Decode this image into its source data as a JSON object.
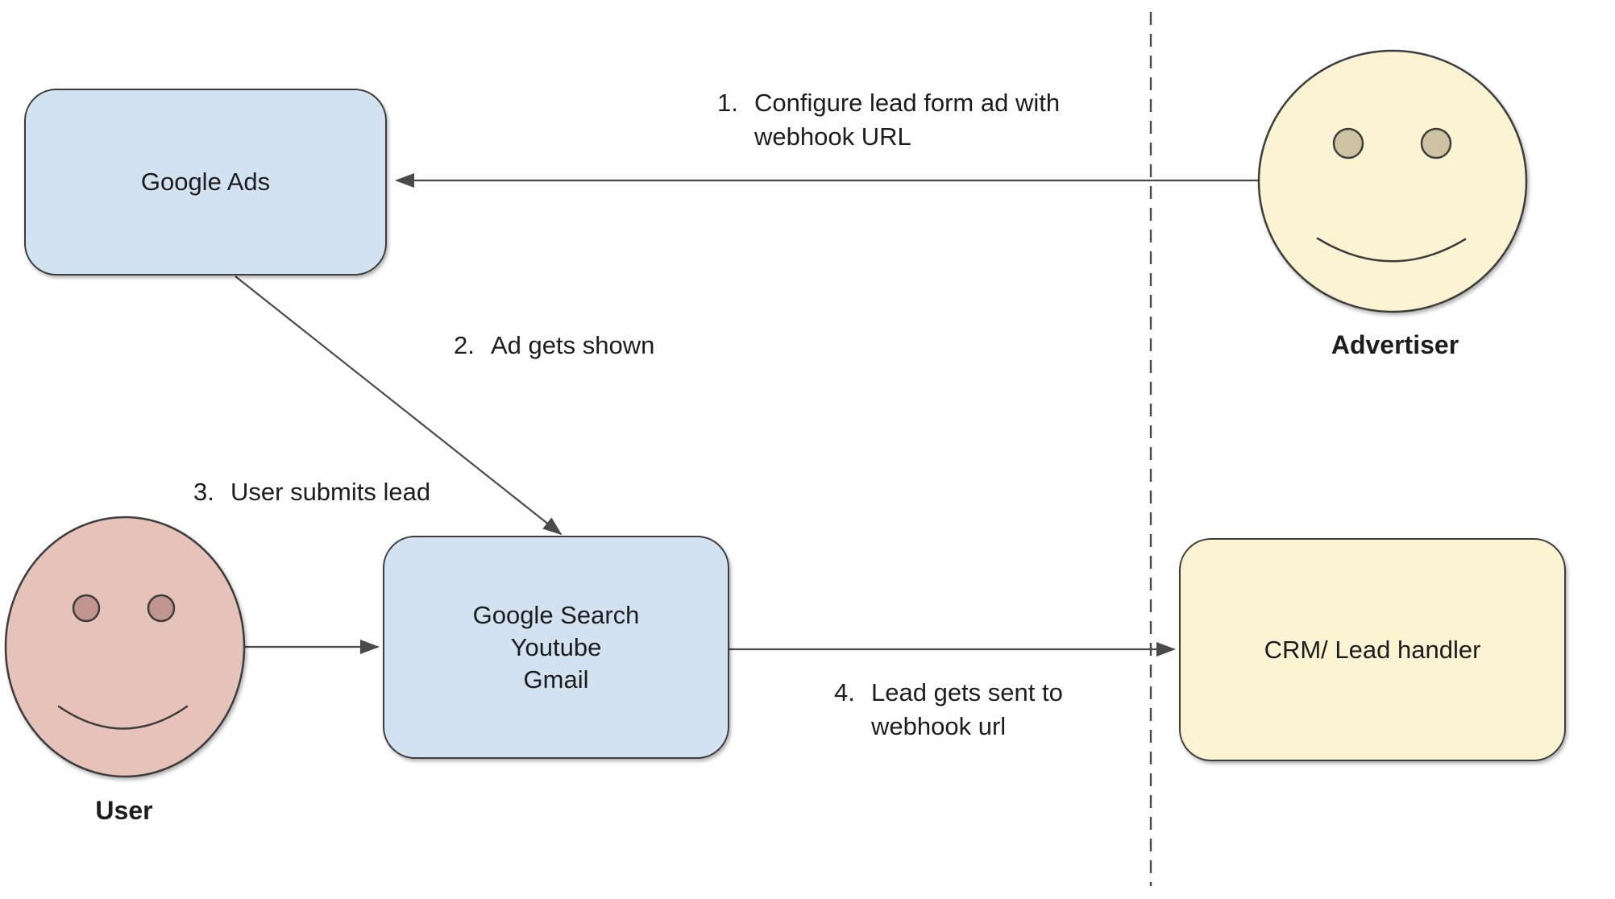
{
  "nodes": {
    "google_ads": {
      "label": "Google Ads"
    },
    "platforms": {
      "label": "Google Search\nYoutube\nGmail"
    },
    "crm": {
      "label": "CRM/ Lead handler"
    }
  },
  "actors": {
    "advertiser": {
      "label": "Advertiser"
    },
    "user": {
      "label": "User"
    }
  },
  "steps": [
    {
      "number": "1.",
      "text": "Configure lead form ad with\nwebhook URL"
    },
    {
      "number": "2.",
      "text": "Ad gets shown"
    },
    {
      "number": "3.",
      "text": "User submits lead"
    },
    {
      "number": "4.",
      "text": "Lead gets sent to\nwebhook url"
    }
  ],
  "colors": {
    "node_blue": "#d2e2f1",
    "node_yellow": "#fbf3d2",
    "user_pink": "#e6c2b9",
    "advertiser_eye": "#cdc3a2",
    "user_eye": "#c0968e",
    "shape_stroke": "#3d3d3d",
    "line_color": "#4a4a4a",
    "text_color": "#1d1d1f"
  }
}
